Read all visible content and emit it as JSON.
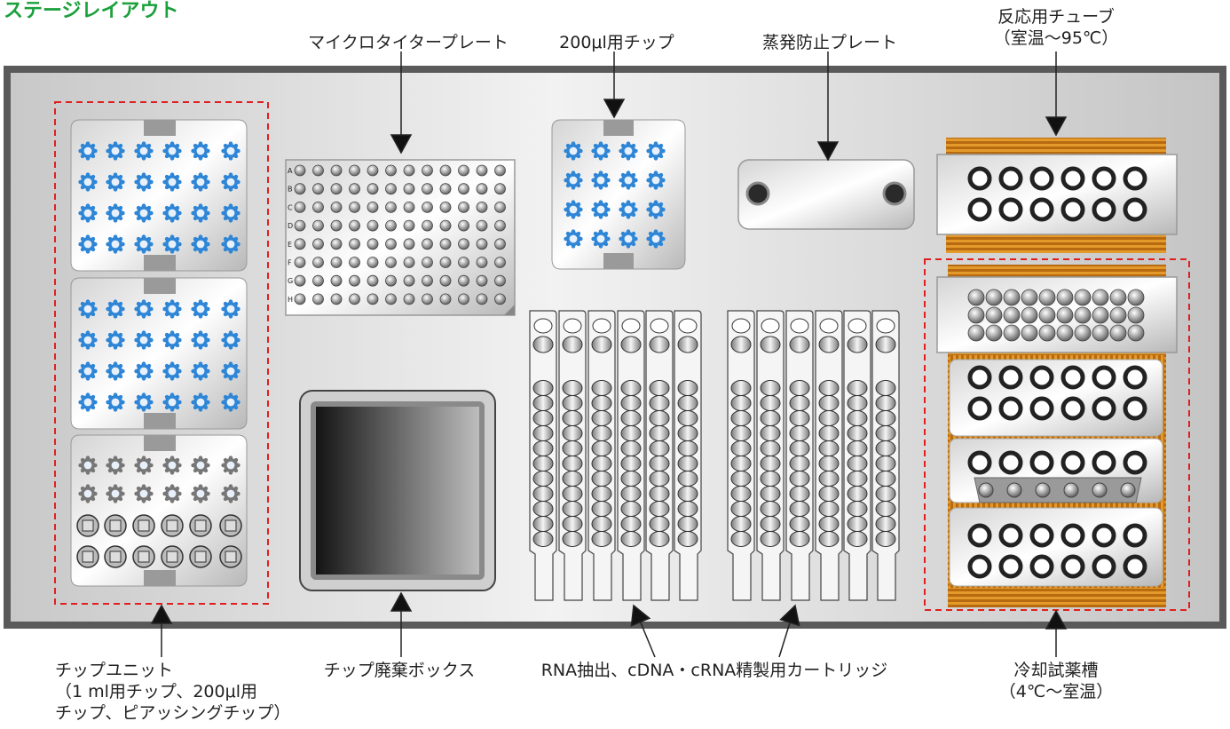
{
  "heading": "ステージレイアウト",
  "labels": {
    "microplate": "マイクロタイタープレート",
    "tip200": "200μl用チップ",
    "evap_plate": "蒸発防止プレート",
    "reaction_tube": [
      "反応用チューブ",
      "（室温〜95℃）"
    ],
    "tip_unit": [
      "チップユニット",
      "（1 ml用チップ、200μl用",
      "チップ、ピアッシングチップ）"
    ],
    "waste_box": "チップ廃棄ボックス",
    "cartridge": "RNA抽出、cDNA・cRNA精製用カートリッジ",
    "cooling_bath": [
      "冷却試薬槽",
      "（4℃〜室温）"
    ]
  },
  "plate_rows": [
    "A",
    "B",
    "C",
    "D",
    "E",
    "F",
    "G",
    "H"
  ],
  "colors": {
    "heading": "#1aa03c",
    "tip_blue": "#2f86d6",
    "dashed_red": "#e02020",
    "stripe_orange": "#e39a2a",
    "frame": "#5a5a5a"
  }
}
